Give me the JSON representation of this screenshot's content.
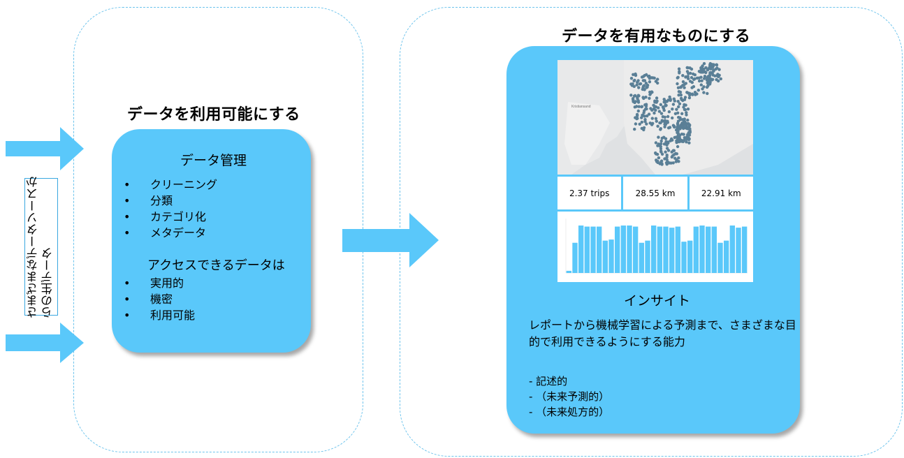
{
  "raw_data_label": "さまざまなデータソースから生データ",
  "raw_data_lines": [
    "さまざまなデータソースか",
    "らの生データ"
  ],
  "available": {
    "heading": "データを利用可能にする",
    "card_title": "データ管理",
    "items": [
      "クリーニング",
      "分類",
      "カテゴリ化",
      "メタデータ"
    ],
    "access_title": "アクセスできるデータは",
    "access_items": [
      "実用的",
      "機密",
      "利用可能"
    ]
  },
  "useful": {
    "heading": "データを有用なものにする",
    "stats": [
      "2.37 trips",
      "28.55 km",
      "22.91 km"
    ],
    "insight_title": "インサイト",
    "insight_desc": "レポートから機械学習による予測まで、さまざまな目的で利用できるようにする能力",
    "insight_types": [
      "- 記述的",
      "- （未来予測的）",
      "- （未来処方的）"
    ]
  },
  "map_labels": {
    "city": "Kristiansand"
  },
  "chart_data": {
    "type": "bar",
    "values": [
      2,
      28,
      44,
      43,
      43,
      43,
      30,
      31,
      43,
      44,
      44,
      43,
      28,
      30,
      44,
      43,
      43,
      42,
      43,
      29,
      30,
      43,
      44,
      43,
      43,
      28,
      30,
      44,
      42,
      43
    ]
  },
  "colors": {
    "accent": "#5ac8fa",
    "bars": "#5ac8fa",
    "map_dots": "#5a7f96",
    "outline": "#6cc3ec"
  }
}
